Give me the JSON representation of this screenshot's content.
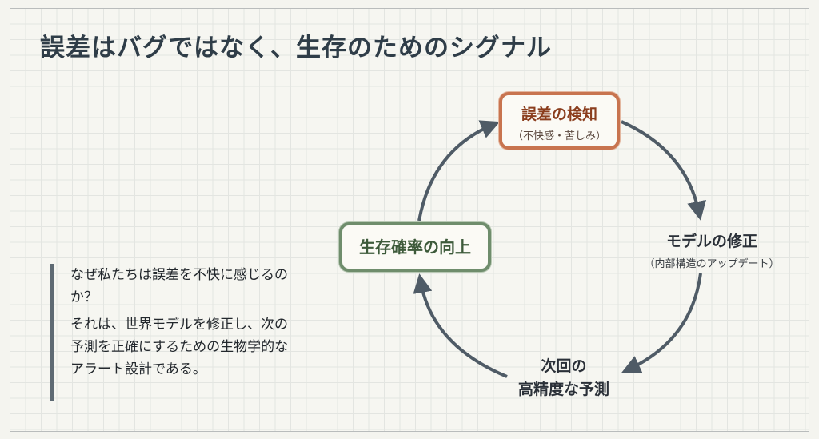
{
  "title": "誤差はバグではなく、生存のためのシグナル",
  "cycle": {
    "detection": {
      "main": "誤差の検知",
      "sub": "（不快感・苦しみ）"
    },
    "model_update": {
      "main": "モデルの修正",
      "sub": "（内部構造のアップデート）"
    },
    "prediction": {
      "line1": "次回の",
      "line2": "高精度な予測"
    },
    "survival": {
      "main": "生存確率の向上"
    }
  },
  "quote": {
    "question": "なぜ私たちは誤差を不快に感じるのか？",
    "answer": "それは、世界モデルを修正し、次の予測を正確にするための生物学的なアラート設計である。"
  },
  "colors": {
    "detection_border": "#c8744f",
    "survival_border": "#6f8d6c",
    "arrow": "#4f5b66"
  }
}
